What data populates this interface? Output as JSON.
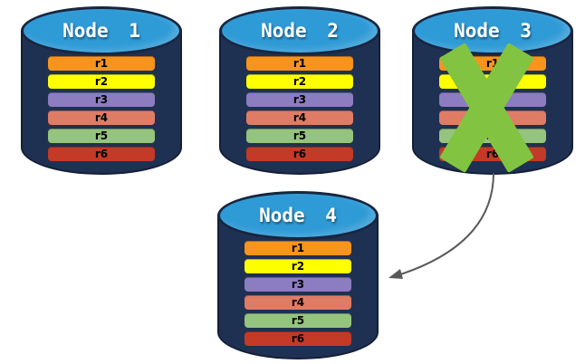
{
  "canvas": {
    "background": "#FFFFFF"
  },
  "diagram": {
    "nodes": [
      {
        "id": "node-1",
        "title": "Node 1",
        "failed": false,
        "rows": [
          {
            "label": "r1",
            "color": "#F7941D"
          },
          {
            "label": "r2",
            "color": "#FFFF00"
          },
          {
            "label": "r3",
            "color": "#8C7CC0"
          },
          {
            "label": "r4",
            "color": "#DF7C66"
          },
          {
            "label": "r5",
            "color": "#94C47D"
          },
          {
            "label": "r6",
            "color": "#C33A27"
          }
        ]
      },
      {
        "id": "node-2",
        "title": "Node 2",
        "failed": false,
        "rows": [
          {
            "label": "r1",
            "color": "#F7941D"
          },
          {
            "label": "r2",
            "color": "#FFFF00"
          },
          {
            "label": "r3",
            "color": "#8C7CC0"
          },
          {
            "label": "r4",
            "color": "#DF7C66"
          },
          {
            "label": "r5",
            "color": "#94C47D"
          },
          {
            "label": "r6",
            "color": "#C33A27"
          }
        ]
      },
      {
        "id": "node-3",
        "title": "Node 3",
        "failed": true,
        "rows": [
          {
            "label": "r1",
            "color": "#F7941D"
          },
          {
            "label": "r2",
            "color": "#FFFF00"
          },
          {
            "label": "r3",
            "color": "#8C7CC0"
          },
          {
            "label": "r4",
            "color": "#DF7C66"
          },
          {
            "label": "r5",
            "color": "#94C47D"
          },
          {
            "label": "r6",
            "color": "#C33A27"
          }
        ]
      },
      {
        "id": "node-4",
        "title": "Node 4",
        "failed": false,
        "rows": [
          {
            "label": "r1",
            "color": "#F7941D"
          },
          {
            "label": "r2",
            "color": "#FFFF00"
          },
          {
            "label": "r3",
            "color": "#8C7CC0"
          },
          {
            "label": "r4",
            "color": "#DF7C66"
          },
          {
            "label": "r5",
            "color": "#94C47D"
          },
          {
            "label": "r6",
            "color": "#C33A27"
          }
        ]
      }
    ],
    "node_style": {
      "top_color": "#2E9AD6",
      "body_color": "#1F3152",
      "title_color": "#FFFFFF"
    },
    "failure_mark": {
      "on_node": "Node 3",
      "symbol": "X",
      "color": "#82C341"
    },
    "arrow": {
      "from_node": "Node 3",
      "to_node": "Node 4",
      "color": "#595959"
    }
  }
}
